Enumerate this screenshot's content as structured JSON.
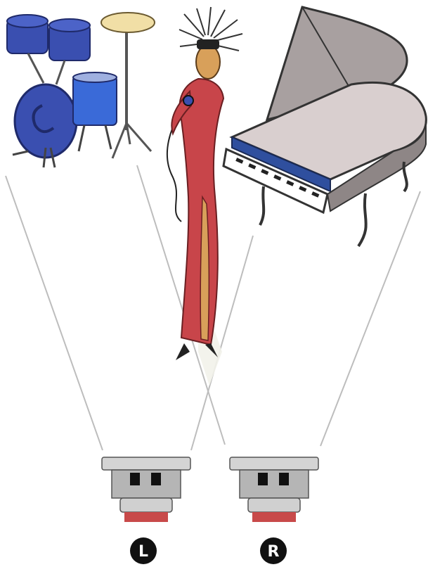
{
  "diagram": {
    "channels": [
      {
        "id": "left",
        "label": "L"
      },
      {
        "id": "right",
        "label": "R"
      }
    ],
    "instruments": [
      {
        "id": "drum-kit",
        "icon": "drum-kit-icon"
      },
      {
        "id": "singer",
        "icon": "singer-icon"
      },
      {
        "id": "grand-piano",
        "icon": "grand-piano-icon"
      }
    ]
  },
  "colors": {
    "background": "#ffffff",
    "drum_blue": "#3a4fb0",
    "drum_dark": "#24307a",
    "cymbal": "#f1dfa6",
    "dress": "#c8454a",
    "skin": "#d8a05a",
    "piano_body": "#a8a0a0",
    "piano_top": "#d9cfcf",
    "piano_blue": "#2f4f9e",
    "speaker_grey": "#a7a7a7",
    "speaker_red": "#c84a4a",
    "badge": "#111111",
    "sound_line": "#bdbdbd"
  }
}
